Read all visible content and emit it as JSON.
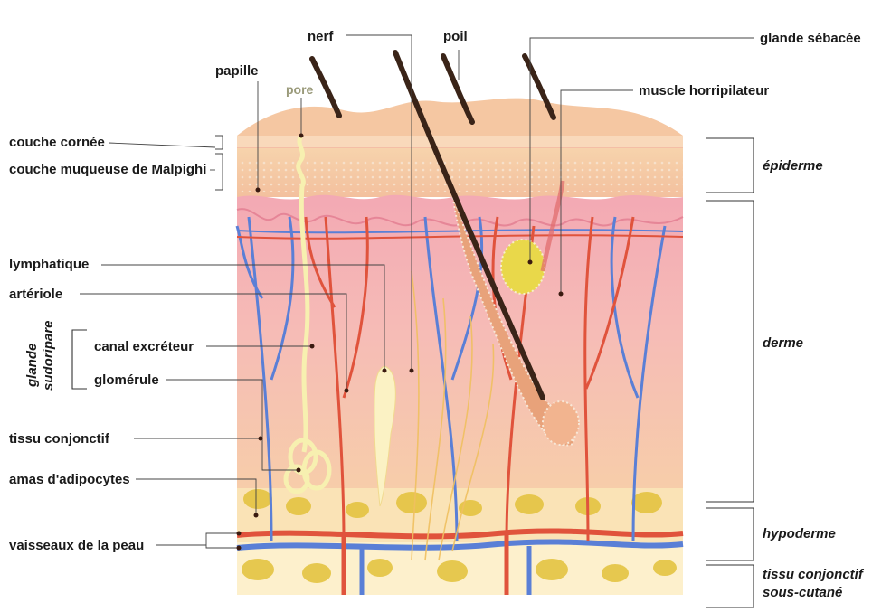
{
  "labels": {
    "nerf": "nerf",
    "poil": "poil",
    "glande_sebacee": "glande sébacée",
    "muscle_horripilateur": "muscle horripilateur",
    "papille": "papille",
    "pore": "pore",
    "couche_cornee": "couche cornée",
    "couche_muqueuse": "couche muqueuse de Malpighi",
    "lymphatique": "lymphatique",
    "arteriole": "artériole",
    "glande_sudoripare_1": "glande",
    "glande_sudoripare_2": "sudoripare",
    "canal_excreteur": "canal excréteur",
    "glomerule": "glomérule",
    "tissu_conjonctif": "tissu conjonctif",
    "amas_adipocytes": "amas d'adipocytes",
    "vaisseaux_peau": "vaisseaux de la peau"
  },
  "layers": {
    "epiderme": "épiderme",
    "derme": "derme",
    "hypoderme": "hypoderme",
    "tissu_sous_cutane_1": "tissu conjonctif",
    "tissu_sous_cutane_2": "sous-cutané"
  },
  "colors": {
    "epidermis": "#f6c9a3",
    "dermis_top": "#f5b3b8",
    "dermis_bottom": "#f6c8a6",
    "hypodermis": "#fbe7b8",
    "artery": "#e0533c",
    "vein": "#5a7fd6",
    "fat": "#e8c93a",
    "gland": "#f7f0b0",
    "hair": "#3a2418"
  }
}
